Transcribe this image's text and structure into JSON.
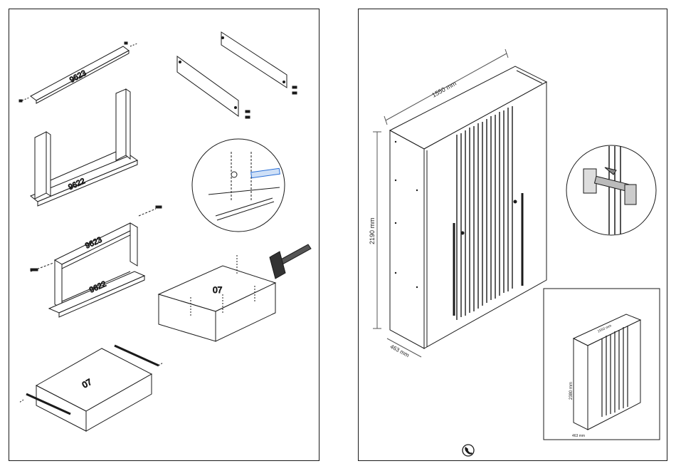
{
  "left": {
    "part_top_board": "9623",
    "part_bottom_board": "9622",
    "part_frame_top": "9623",
    "part_frame_bottom": "9622",
    "part_drawer_top": "07",
    "part_drawer_bottom": "07"
  },
  "right": {
    "width_dim": "1550 mm",
    "height_dim": "2190 mm",
    "depth_dim": "463 mm",
    "inset_width_dim": "1550 mm",
    "inset_height_dim": "2380 mm",
    "inset_depth_dim": "463 mm"
  },
  "colors": {
    "line": "#1a1a1a",
    "panel_fill": "#ffffff",
    "accent_blue": "#2a6fd6"
  },
  "icons": [
    "phone-icon",
    "hammer-icon",
    "screw-icon",
    "hinge-detail-icon"
  ]
}
